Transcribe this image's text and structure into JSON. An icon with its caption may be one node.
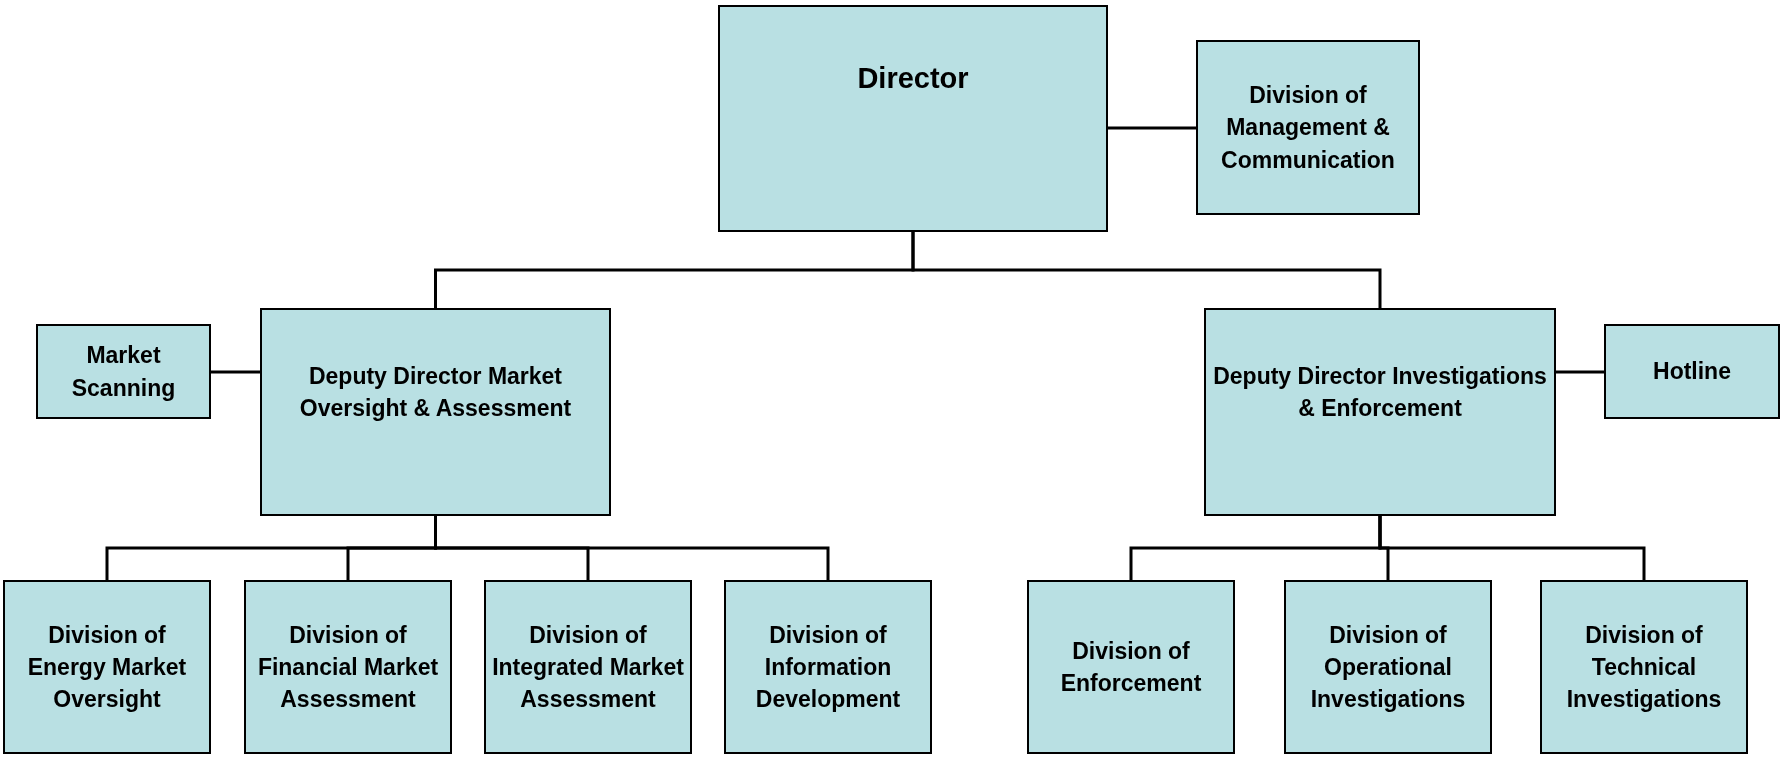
{
  "diagram": {
    "nodes": [
      {
        "text": [
          "Director"
        ]
      },
      {
        "text": [
          "Division of Management & Communication"
        ]
      },
      {
        "text": [
          "Deputy Director Market Oversight & Assessment"
        ]
      },
      {
        "text": [
          "Market Scanning"
        ]
      },
      {
        "text": [
          "Deputy Director Investigations & Enforcement"
        ]
      },
      {
        "text": [
          "Hotline"
        ]
      },
      {
        "text": [
          "Division of Energy Market Oversight"
        ]
      },
      {
        "text": [
          "Division of Financial Market Assessment"
        ]
      },
      {
        "text": [
          "Division of Integrated Market Assessment"
        ]
      },
      {
        "text": [
          "Division of Information Development"
        ]
      },
      {
        "text": [
          "Division of Enforcement"
        ]
      },
      {
        "text": [
          "Division of Operational Investigations"
        ]
      },
      {
        "text": [
          "Division of Technical Investigations"
        ]
      }
    ],
    "edges": [
      {
        "from": 0,
        "to": 1,
        "arrow": "none"
      },
      {
        "from": 0,
        "to": 2,
        "arrow": "none"
      },
      {
        "from": 0,
        "to": 4,
        "arrow": "none"
      },
      {
        "from": 3,
        "to": 2,
        "arrow": "none"
      },
      {
        "from": 4,
        "to": 5,
        "arrow": "none"
      },
      {
        "from": 2,
        "to": 6,
        "arrow": "none"
      },
      {
        "from": 2,
        "to": 7,
        "arrow": "none"
      },
      {
        "from": 2,
        "to": 8,
        "arrow": "none"
      },
      {
        "from": 2,
        "to": 9,
        "arrow": "none"
      },
      {
        "from": 4,
        "to": 10,
        "arrow": "none"
      },
      {
        "from": 4,
        "to": 11,
        "arrow": "none"
      },
      {
        "from": 4,
        "to": 12,
        "arrow": "none"
      }
    ]
  }
}
